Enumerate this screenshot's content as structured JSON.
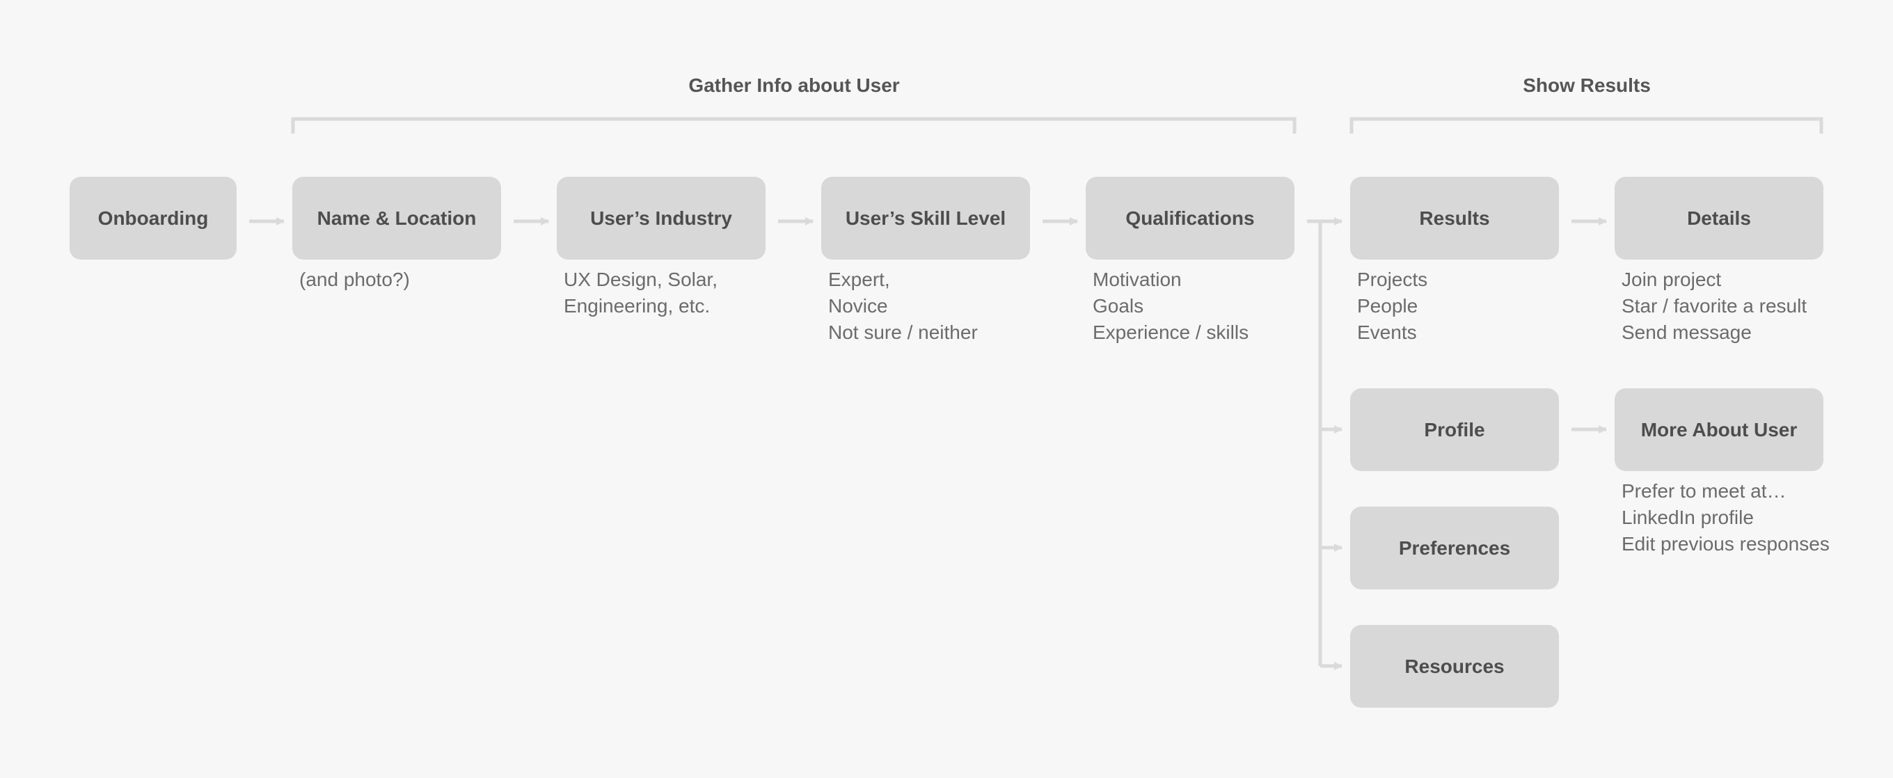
{
  "groups": {
    "gather": "Gather Info about User",
    "show": "Show Results"
  },
  "nodes": {
    "onboarding": "Onboarding",
    "name_location": "Name & Location",
    "industry": "User’s Industry",
    "skill": "User’s Skill Level",
    "qualifications": "Qualifications",
    "results": "Results",
    "details": "Details",
    "profile": "Profile",
    "more_about_user": "More About User",
    "preferences": "Preferences",
    "resources": "Resources"
  },
  "notes": {
    "name_location": [
      "(and photo?)"
    ],
    "industry": [
      "UX Design, Solar,",
      "Engineering, etc."
    ],
    "skill": [
      "Expert,",
      "Novice",
      "Not sure / neither"
    ],
    "qualifications": [
      "Motivation",
      "Goals",
      "Experience / skills"
    ],
    "results": [
      "Projects",
      "People",
      "Events"
    ],
    "details": [
      "Join project",
      "Star / favorite a result",
      "Send message"
    ],
    "more_about_user": [
      "Prefer to meet at…",
      "LinkedIn profile",
      "Edit previous responses"
    ]
  },
  "colors": {
    "background": "#f7f7f7",
    "node_fill": "#d8d8d8",
    "node_text": "#4d4d4d",
    "note_text": "#6b6b6b",
    "connector": "#dadada"
  }
}
